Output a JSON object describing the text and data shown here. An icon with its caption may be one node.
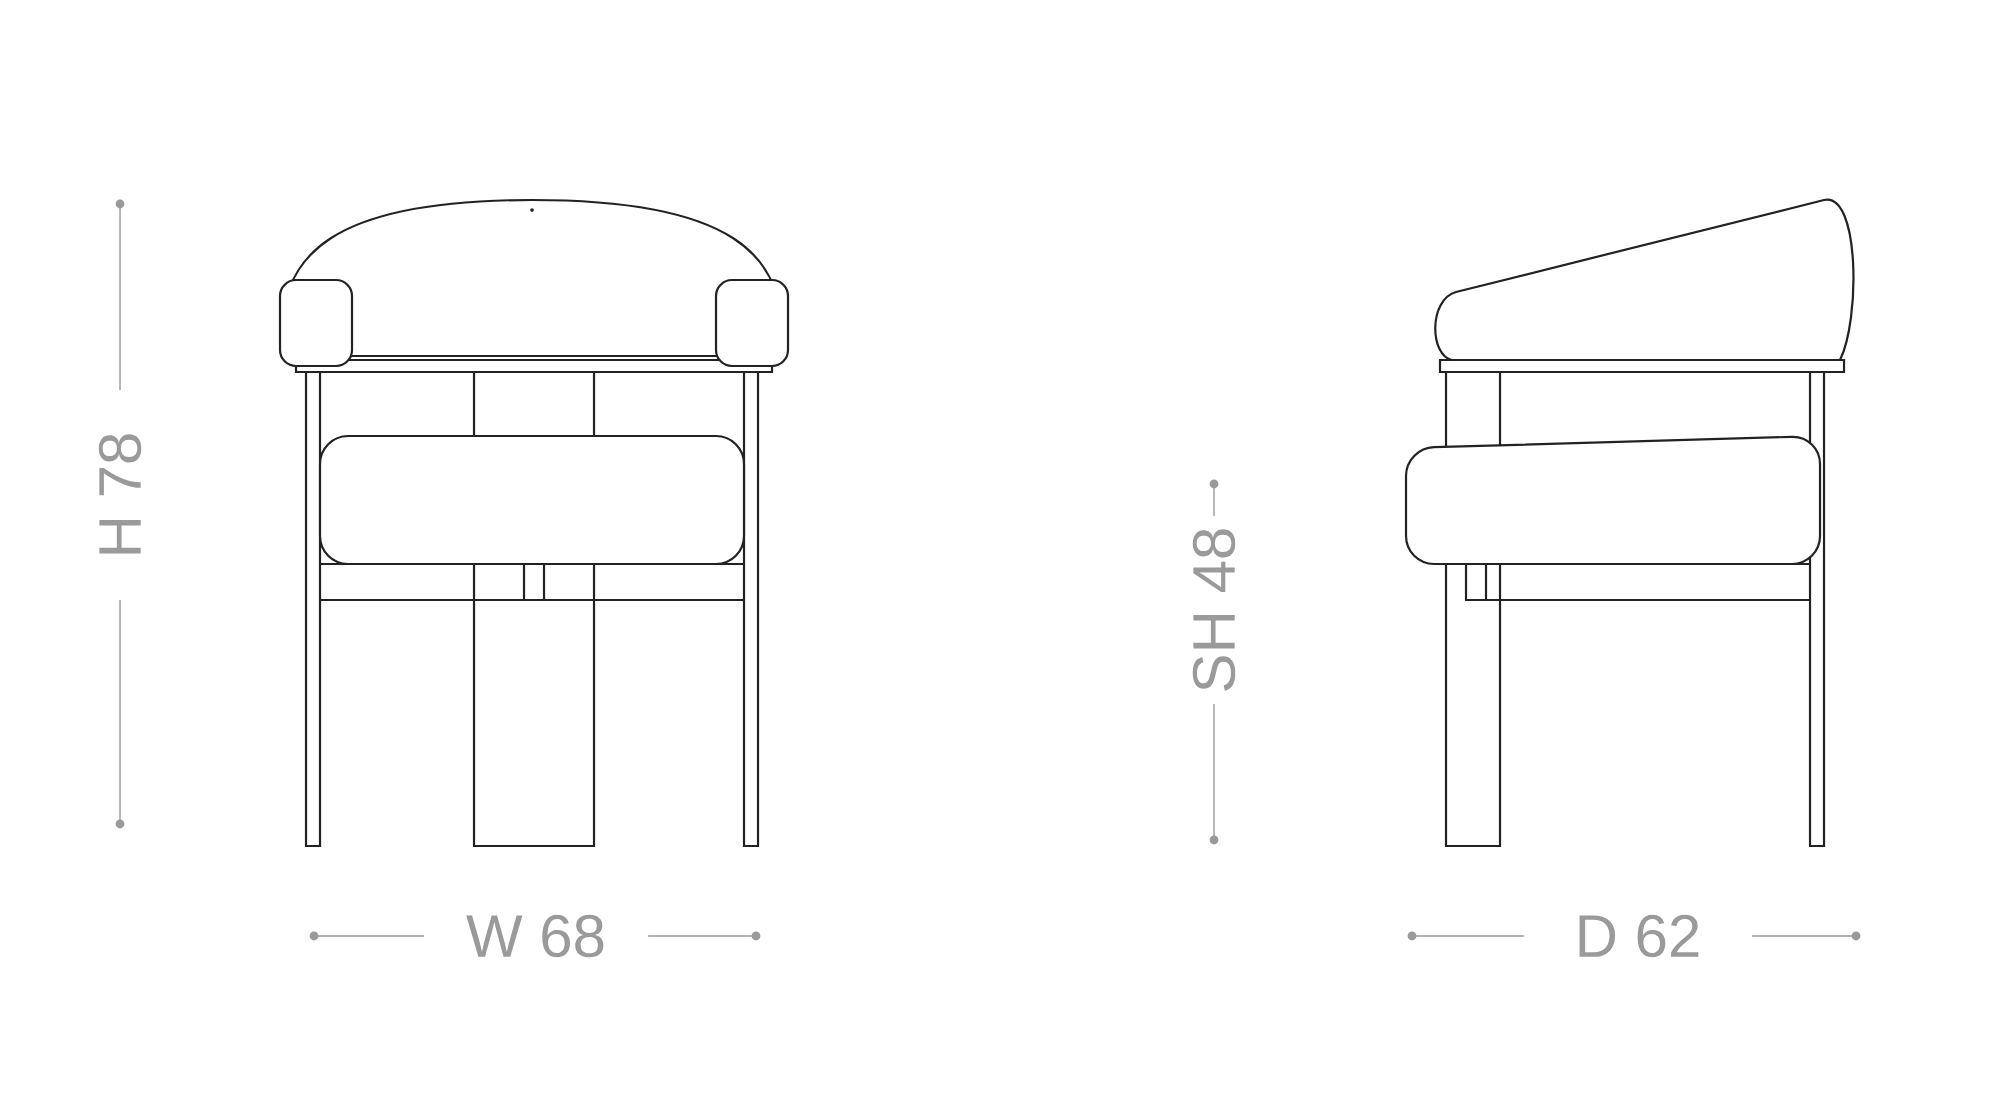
{
  "diagram": {
    "labels": [
      "H 78",
      "W 68",
      "SH 48",
      "D 62"
    ]
  }
}
